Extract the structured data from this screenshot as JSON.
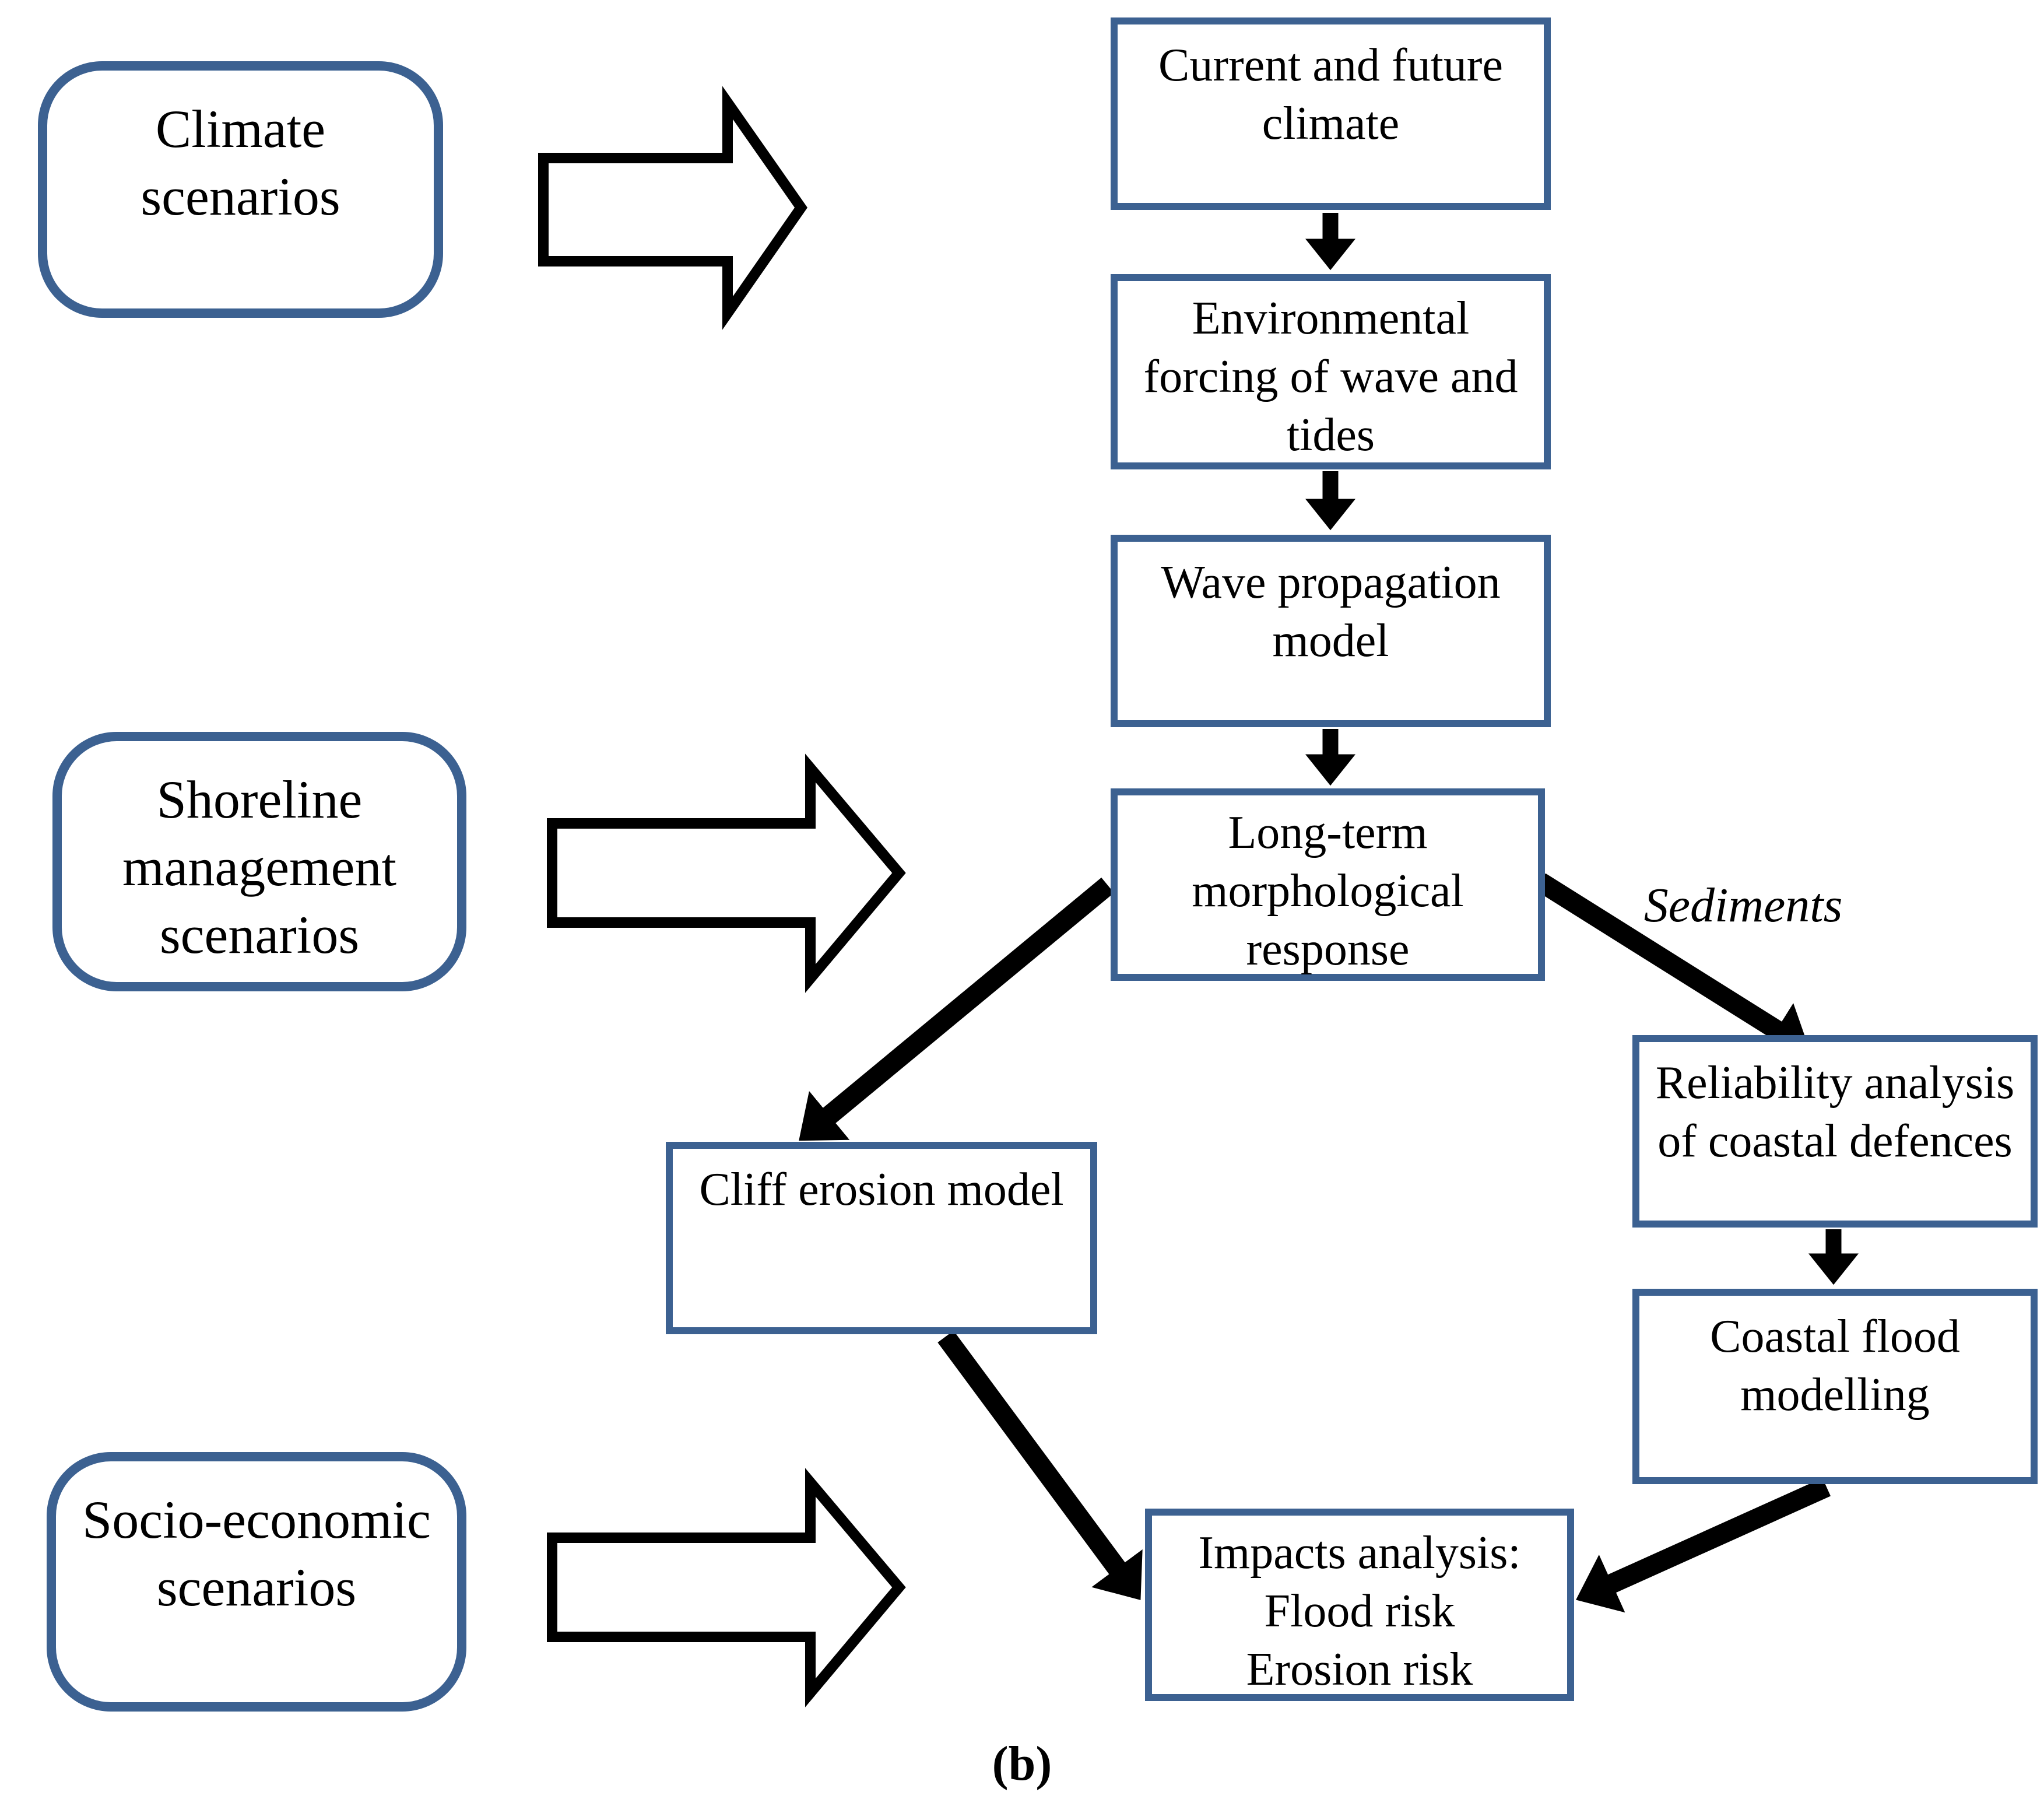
{
  "colors": {
    "border_blue": "#3C6191",
    "arrow_black": "#000000",
    "box_fill": "#FFFFFF"
  },
  "nodes": {
    "climate": {
      "label": "Climate\nscenarios"
    },
    "shoreline": {
      "label": "Shoreline\nmanagement\nscenarios"
    },
    "socio": {
      "label": "Socio-economic\nscenarios"
    },
    "current_climate": {
      "label": "Current and future\nclimate"
    },
    "env_forcing": {
      "label": "Environmental\nforcing of wave and\ntides"
    },
    "wave_propagation": {
      "label": "Wave propagation\nmodel"
    },
    "morphological": {
      "label": "Long-term\nmorphological\nresponse"
    },
    "reliability": {
      "label": "Reliability analysis\nof coastal defences"
    },
    "coastal_flood": {
      "label": "Coastal flood\nmodelling"
    },
    "cliff_erosion": {
      "label": "Cliff erosion model"
    },
    "impacts": {
      "label": "Impacts analysis:\nFlood risk\nErosion risk"
    }
  },
  "annotations": {
    "sediments": "Sediments",
    "caption": "(b)"
  }
}
